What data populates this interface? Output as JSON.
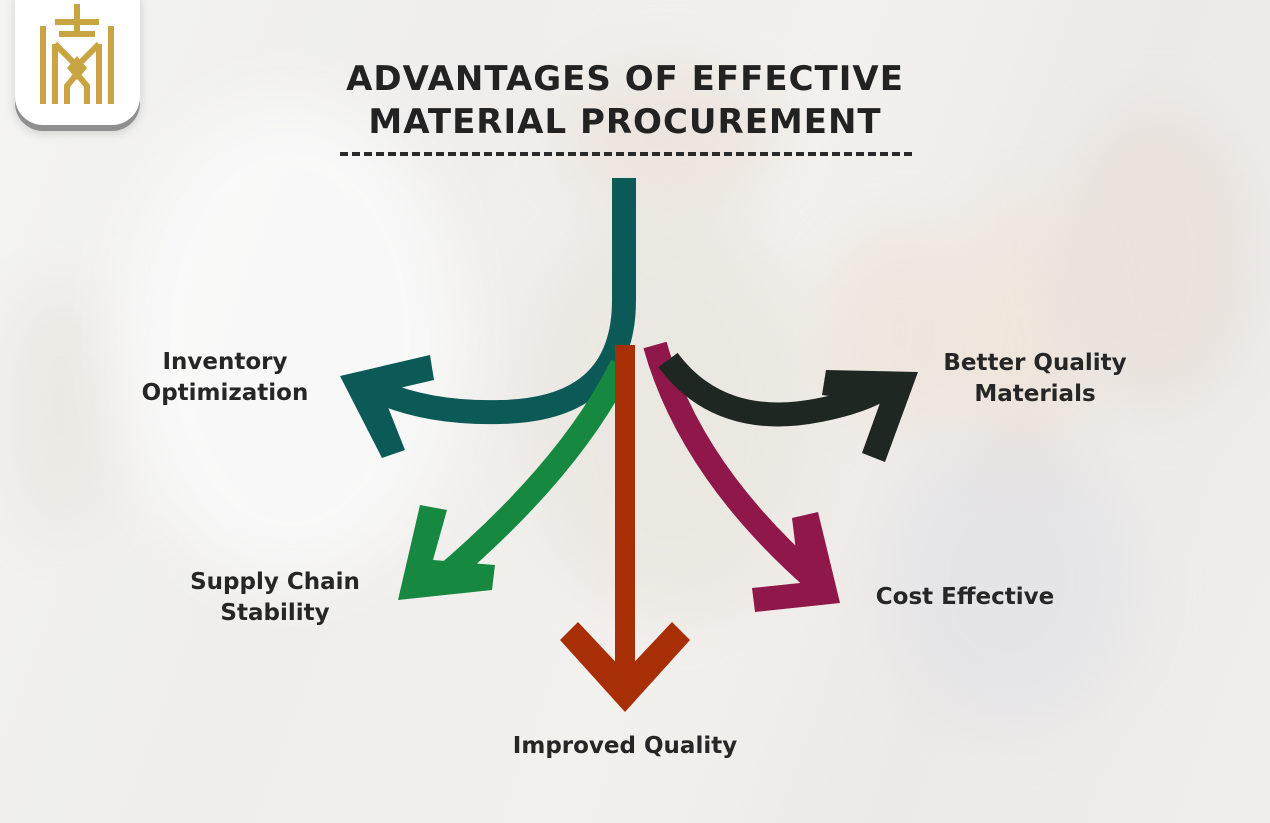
{
  "logo": {
    "name": "brand-logo",
    "color": "#c9a443"
  },
  "title": {
    "line1": "ADVANTAGES OF EFFECTIVE",
    "line2": "MATERIAL PROCUREMENT"
  },
  "diagram": {
    "branches": [
      {
        "label_line1": "Inventory",
        "label_line2": "Optimization",
        "color": "#0b5a58"
      },
      {
        "label_line1": "Supply Chain",
        "label_line2": "Stability",
        "color": "#16883f"
      },
      {
        "label_line1": "Improved Quality",
        "label_line2": "",
        "color": "#a82e06"
      },
      {
        "label_line1": "Cost Effective",
        "label_line2": "",
        "color": "#901749"
      },
      {
        "label_line1": "Better Quality",
        "label_line2": "Materials",
        "color": "#1f2722"
      }
    ]
  }
}
